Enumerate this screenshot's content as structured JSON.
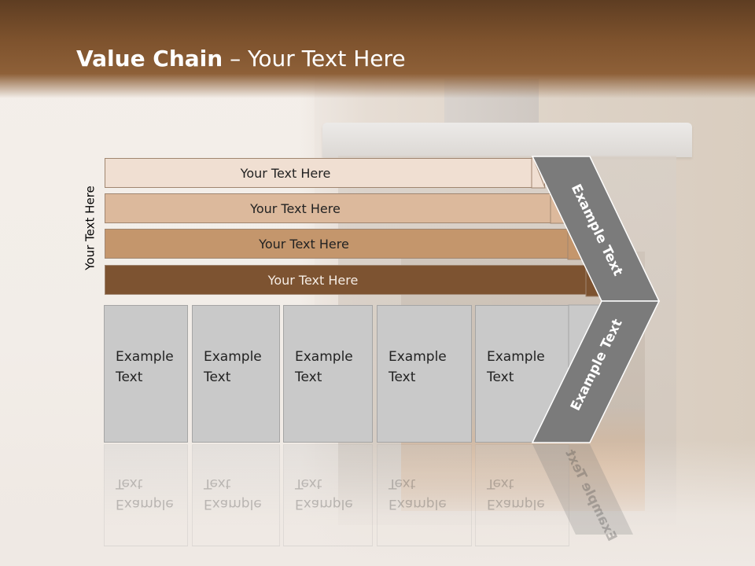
{
  "title": {
    "bold": "Value Chain",
    "rest": " – Your Text Here"
  },
  "side_label": "Your Text Here",
  "bars": [
    {
      "label": "Your Text Here",
      "color": "#f0dfd2"
    },
    {
      "label": "Your Text Here",
      "color": "#dcb99c"
    },
    {
      "label": "Your Text Here",
      "color": "#c4966c"
    },
    {
      "label": "Your Text Here",
      "color": "#7d5331"
    }
  ],
  "columns": [
    {
      "line1": "Example",
      "line2": "Text"
    },
    {
      "line1": "Example",
      "line2": "Text"
    },
    {
      "line1": "Example",
      "line2": "Text"
    },
    {
      "line1": "Example",
      "line2": "Text"
    },
    {
      "line1": "Example",
      "line2": "Text"
    }
  ],
  "chevron": {
    "upper_label": "Example Text",
    "lower_label": "Example Text",
    "color": "#7b7b7b"
  },
  "colors": {
    "header_dark": "#5e3d22",
    "header_light": "#8e6038",
    "column_fill": "#c9c9c9"
  }
}
